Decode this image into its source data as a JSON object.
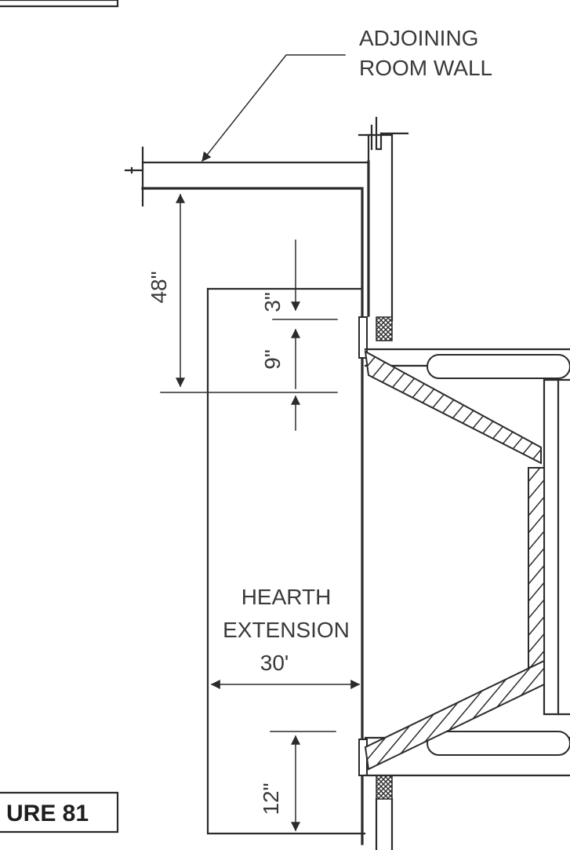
{
  "labels": {
    "adjoining_line1": "ADJOINING",
    "adjoining_line2": "ROOM WALL",
    "hearth_line1": "HEARTH",
    "hearth_line2": "EXTENSION"
  },
  "dimensions": {
    "wall_offset": "48\"",
    "upper_clearance": "3\"",
    "mantel_gap": "9\"",
    "hearth_width": "30'",
    "lower_clearance": "12\""
  },
  "figure_caption": "URE 81"
}
